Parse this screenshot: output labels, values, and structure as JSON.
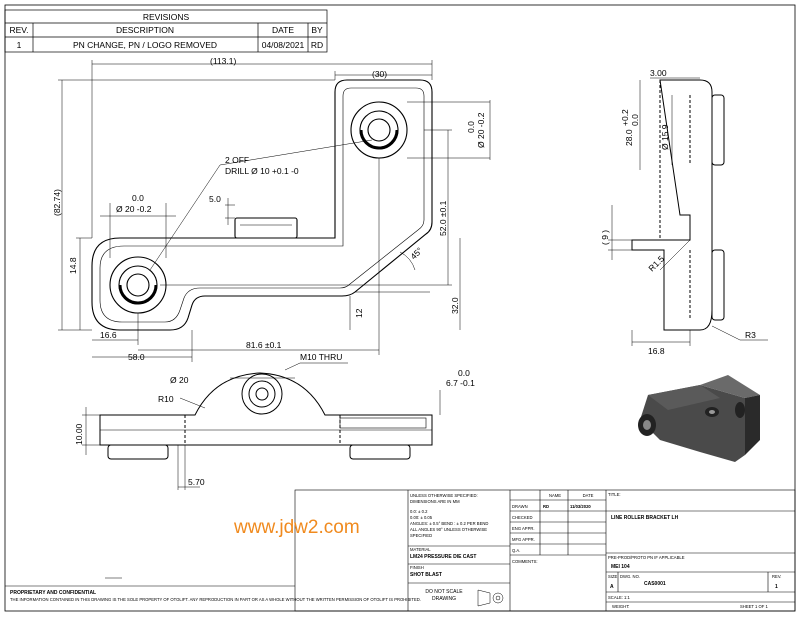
{
  "revisions": {
    "title": "REVISIONS",
    "headers": [
      "REV.",
      "DESCRIPTION",
      "DATE",
      "BY"
    ],
    "rows": [
      [
        "1",
        "PN CHANGE, PN / LOGO REMOVED",
        "04/08/2021",
        "RD"
      ]
    ]
  },
  "dimensions": {
    "overall_width": "(113.1)",
    "top_width": "(30)",
    "height": "(82.74)",
    "hole_label_1": "2 OFF",
    "hole_label_2": "DRILL Ø 10 +0.1 -0",
    "bore_tol": "0.0",
    "bore_dia": "Ø 20 -0.2",
    "bore_tol_right": "0.0",
    "bore_dia_right": "Ø 20 -0.2",
    "d_5": "5.0",
    "d_52": "52.0 ±0.1",
    "d_14_8": "14.8",
    "d_12": "12",
    "d_32": "32.0",
    "d_16_6": "16.6",
    "d_58": "58.0",
    "d_81_6": "81.6 ±0.1",
    "angle": "45°",
    "m10": "M10 THRU",
    "d_20": "Ø 20",
    "r10": "R10",
    "d_6_7_tol": "0.0",
    "d_6_7": "6.7 -0.1",
    "d_10": "10.00",
    "d_5_7": "5.70",
    "side_3": "3.00",
    "side_28_tol_top": "+0.2",
    "side_28_tol_bot": "0.0",
    "side_28": "28.0",
    "side_15_9": "Ø 15.9",
    "side_9": "( 9 )",
    "side_r1_5": "R1.5",
    "side_16_8": "16.8",
    "side_r3": "R3"
  },
  "title_block": {
    "notes": [
      "UNLESS OTHERWISE SPECIFIED:",
      "DIMENSIONS ARE IN MM",
      "0.0: ± 0.2",
      "0.00: ± 0.05",
      "ANGLES: ± 0.5°   BEND : ± 0.2 PER BEND",
      "ALL ANGLES 90° UNLESS OTHERWISE",
      "SPECIFIED"
    ],
    "material_label": "MATERIAL",
    "material": "LM24 PRESSURE DIE CAST",
    "finish_label": "FINISH",
    "finish": "SHOT BLAST",
    "do_not_scale_1": "DO NOT SCALE",
    "do_not_scale_2": "DRAWING",
    "name_header": "NAME",
    "date_header": "DATE",
    "drawn": "DRAWN",
    "drawn_name": "RD",
    "drawn_date": "11/03/2020",
    "checked": "CHECKED",
    "eng_appr": "ENG APPR.",
    "mfg_appr": "MFG APPR.",
    "qa": "Q.A.",
    "comments": "COMMENTS:",
    "title_label": "TITLE:",
    "title": "LINE ROLLER BRACKET LH",
    "pre_prod": "PRE-PROD/PROTO PN IF APPLICABLE",
    "pre_prod_value": "MEI 104",
    "dwg_no_label": "DWG. NO.",
    "dwg_no": "CAS0001",
    "rev_label": "REV.",
    "rev": "1",
    "size_label": "SIZE",
    "size": "A",
    "scale_label": "SCALE: 1:1",
    "weight_label": "WEIGHT:",
    "sheet": "SHEET 1 OF 1",
    "proprietary": "PROPRIETARY AND CONFIDENTIAL",
    "proprietary_text": "THE INFORMATION CONTAINED IN THIS DRAWING IS THE SOLE PROPERTY OF OTOLIFT.  ANY REPRODUCTION IN PART OR AS A WHOLE WITHOUT THE WRITTEN PERMISSION OF OTOLIFT IS PROHIBITED."
  },
  "watermark": "www.jdw2.com",
  "colors": {
    "line": "#000000",
    "watermark": "#f08a1e",
    "part": "#3a3a3a"
  }
}
